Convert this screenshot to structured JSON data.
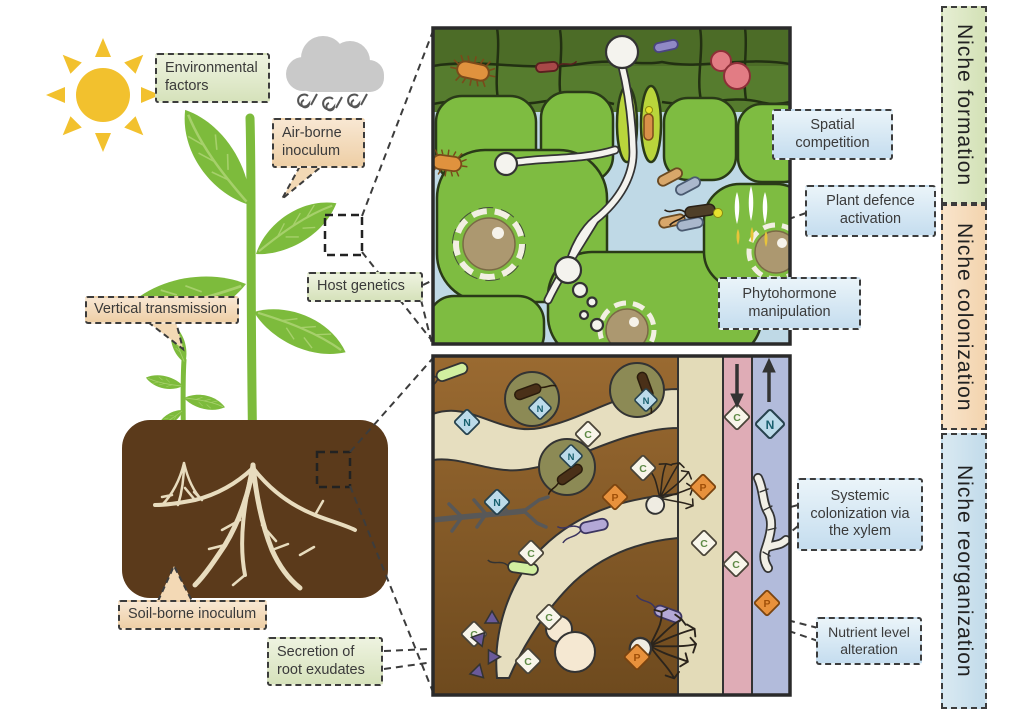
{
  "callouts": {
    "environmental_factors": "Environmental factors",
    "airborne_inoculum": "Air-borne inoculum",
    "vertical_transmission": "Vertical transmission",
    "host_genetics": "Host genetics",
    "soil_borne_inoculum": "Soil-borne inoculum",
    "secretion_of_root_exudates": "Secretion of root exudates",
    "spatial_competition": "Spatial competition",
    "plant_defence_activation": "Plant defence activation",
    "phytohormone_manipulation": "Phytohormone manipulation",
    "systemic_colonization_via_the_xylem": "Systemic colonization via the xylem",
    "nutrient_level_alteration": "Nutrient level alteration"
  },
  "stages": [
    {
      "id": "niche-formation",
      "label": "Niche formation",
      "color": "#dde8c9"
    },
    {
      "id": "niche-colonization",
      "label": "Niche colonization",
      "color": "#f6dcc0"
    },
    {
      "id": "niche-reorganization",
      "label": "Niche reorganization",
      "color": "#cde0ee"
    }
  ],
  "nutrients": {
    "nitrogen": "N",
    "carbon": "C",
    "phosphorus": "P"
  },
  "icons": {
    "sun": "sun",
    "cloud": "rain-cloud",
    "wind": "wind-swirl",
    "phloem_arrow": "arrow-down",
    "xylem_arrow": "arrow-up"
  },
  "colors": {
    "leaf_green": "#7dbb3c",
    "sun_yellow": "#f2c12e",
    "cloud_gray": "#c9c9c9",
    "soil_brown": "#5b3a1b",
    "apoplast_blue": "#bfd9e6",
    "epidermis_green": "#567c2e",
    "mesophyll_green": "#7ebc41",
    "phloem_pink": "#dfacb6",
    "xylem_blue": "#b2bbdb",
    "callout_green": "#dce6c3",
    "callout_tan": "#f3d9b5",
    "callout_blue": "#d3e6f2"
  }
}
